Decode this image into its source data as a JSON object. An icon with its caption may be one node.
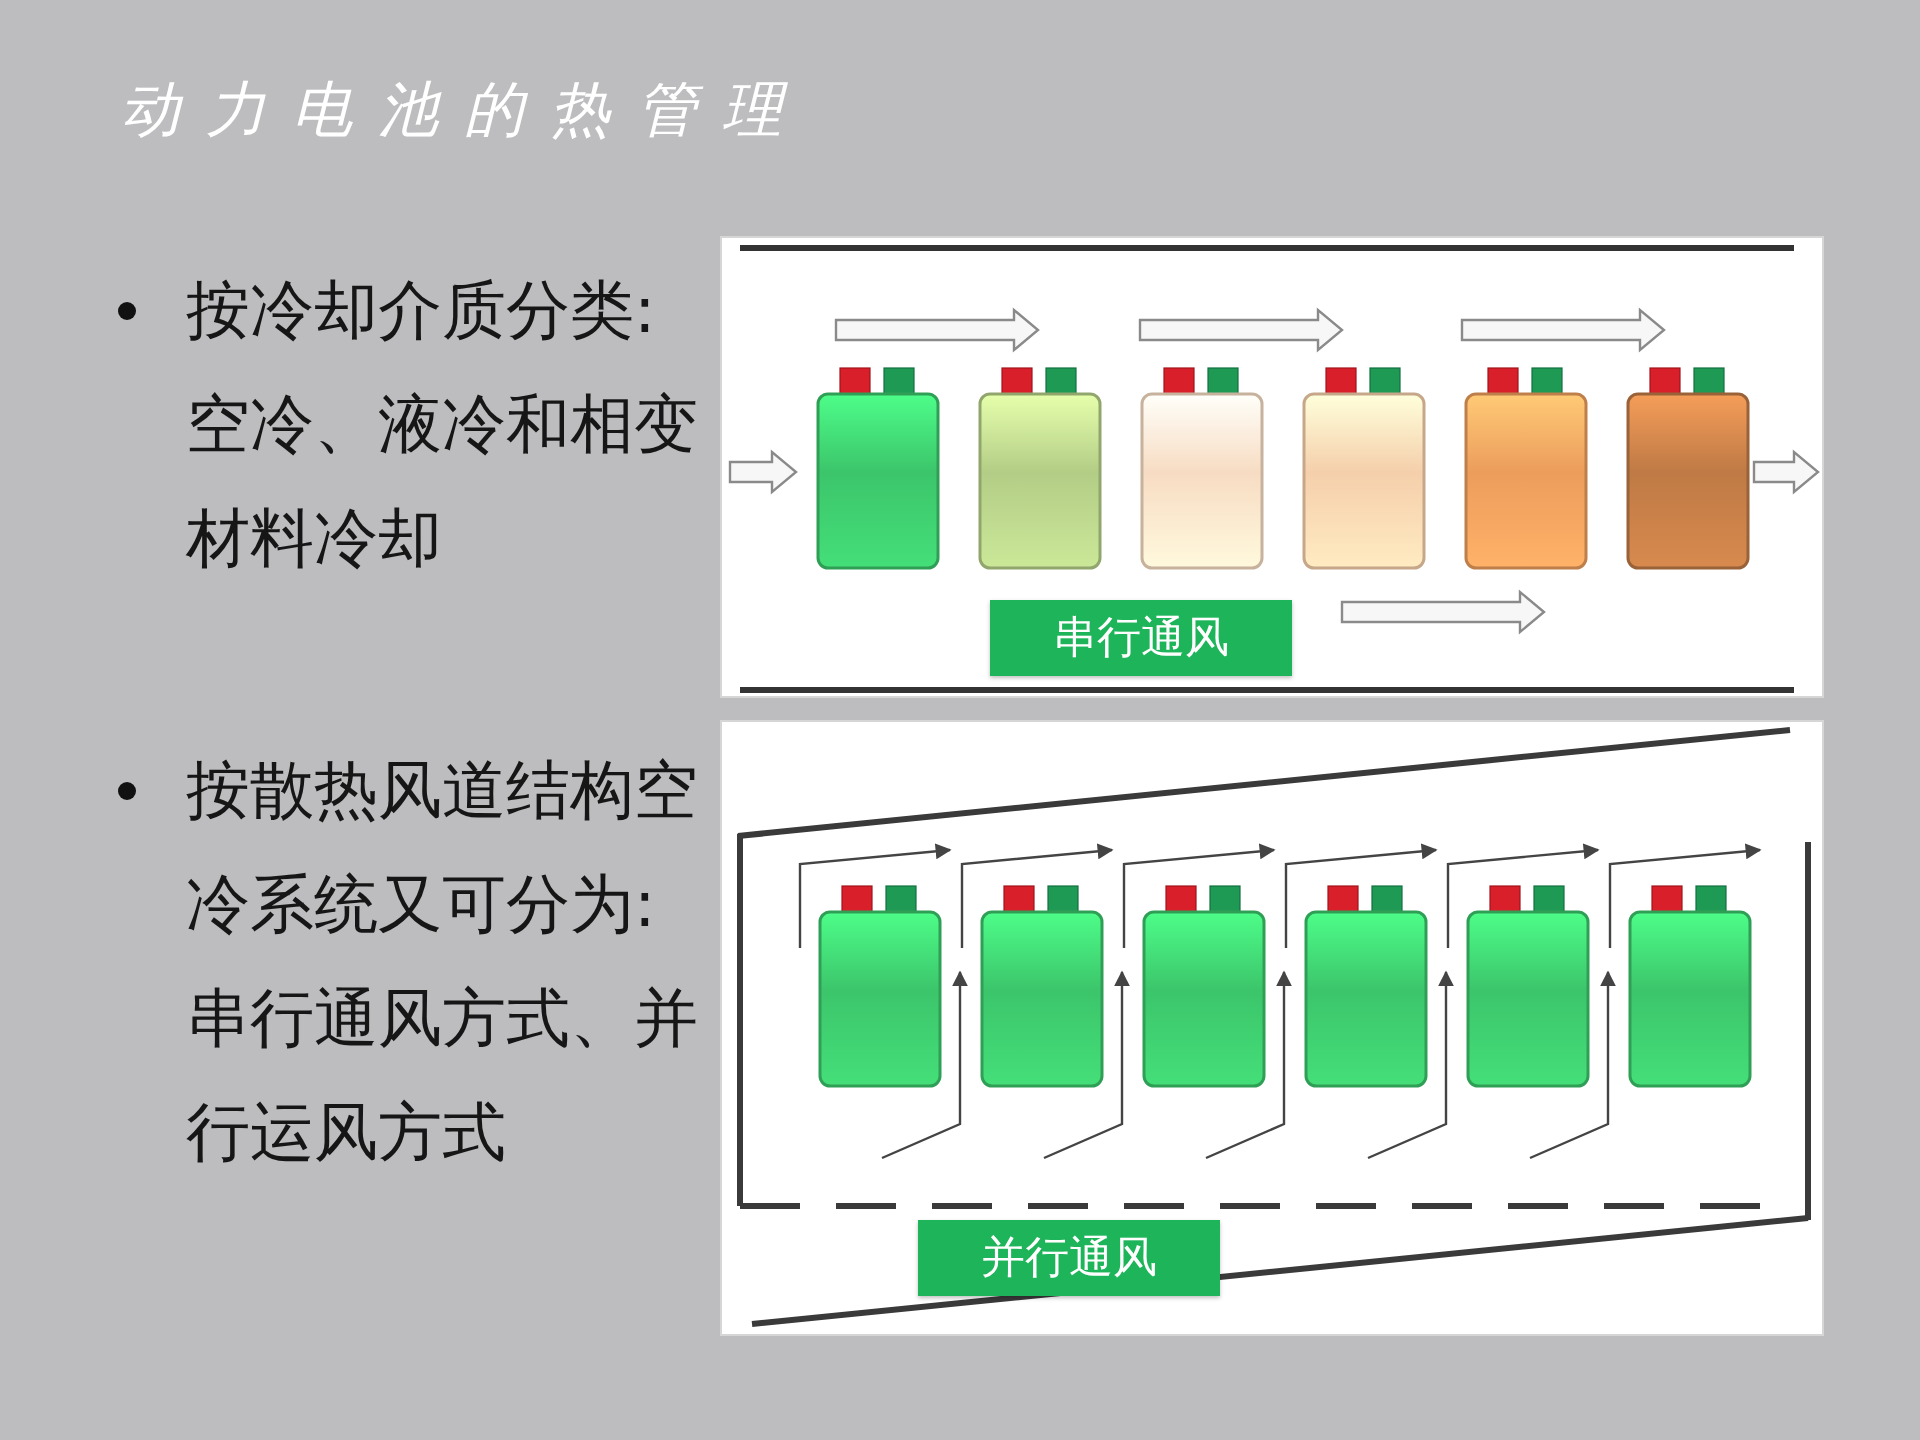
{
  "diagram": {
    "title": "动力电池的热管理",
    "nodes": [
      {
        "text": [
          "串行通风"
        ]
      },
      {
        "text": [
          "并行通风"
        ]
      }
    ],
    "labels": [
      "按冷却介质分类:空冷、液冷和相变材料冷却",
      "按散热风道结构空冷系统又可分为:串行通风方式、并行运风方式"
    ]
  }
}
